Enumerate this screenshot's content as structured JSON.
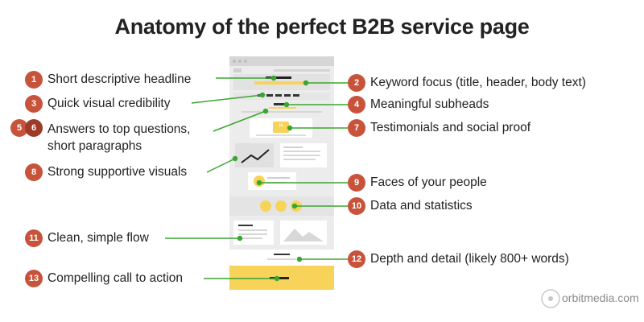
{
  "title": "Anatomy of the perfect B2B service page",
  "brand": "orbitmedia.com",
  "colors": {
    "badge": "#c8533b",
    "badge_dark": "#9c3b27",
    "connector": "#3aa62f",
    "accent": "#f7d35a",
    "mock_bg": "#ececec",
    "mock_block": "#dedede"
  },
  "callouts": [
    {
      "num": "1",
      "label": "Short descriptive headline"
    },
    {
      "num": "2",
      "label": "Keyword focus (title, header, body text)"
    },
    {
      "num": "3",
      "label": "Quick visual credibility"
    },
    {
      "num": "4",
      "label": "Meaningful subheads"
    },
    {
      "num": "5",
      "label": ""
    },
    {
      "num": "6",
      "label": "Answers to top questions,",
      "label2": "short paragraphs"
    },
    {
      "num": "7",
      "label": "Testimonials and social proof"
    },
    {
      "num": "8",
      "label": "Strong supportive visuals"
    },
    {
      "num": "9",
      "label": "Faces of your people"
    },
    {
      "num": "10",
      "label": "Data and statistics"
    },
    {
      "num": "11",
      "label": "Clean, simple flow"
    },
    {
      "num": "12",
      "label": "Depth and detail (likely 800+ words)"
    },
    {
      "num": "13",
      "label": "Compelling call to action"
    }
  ]
}
